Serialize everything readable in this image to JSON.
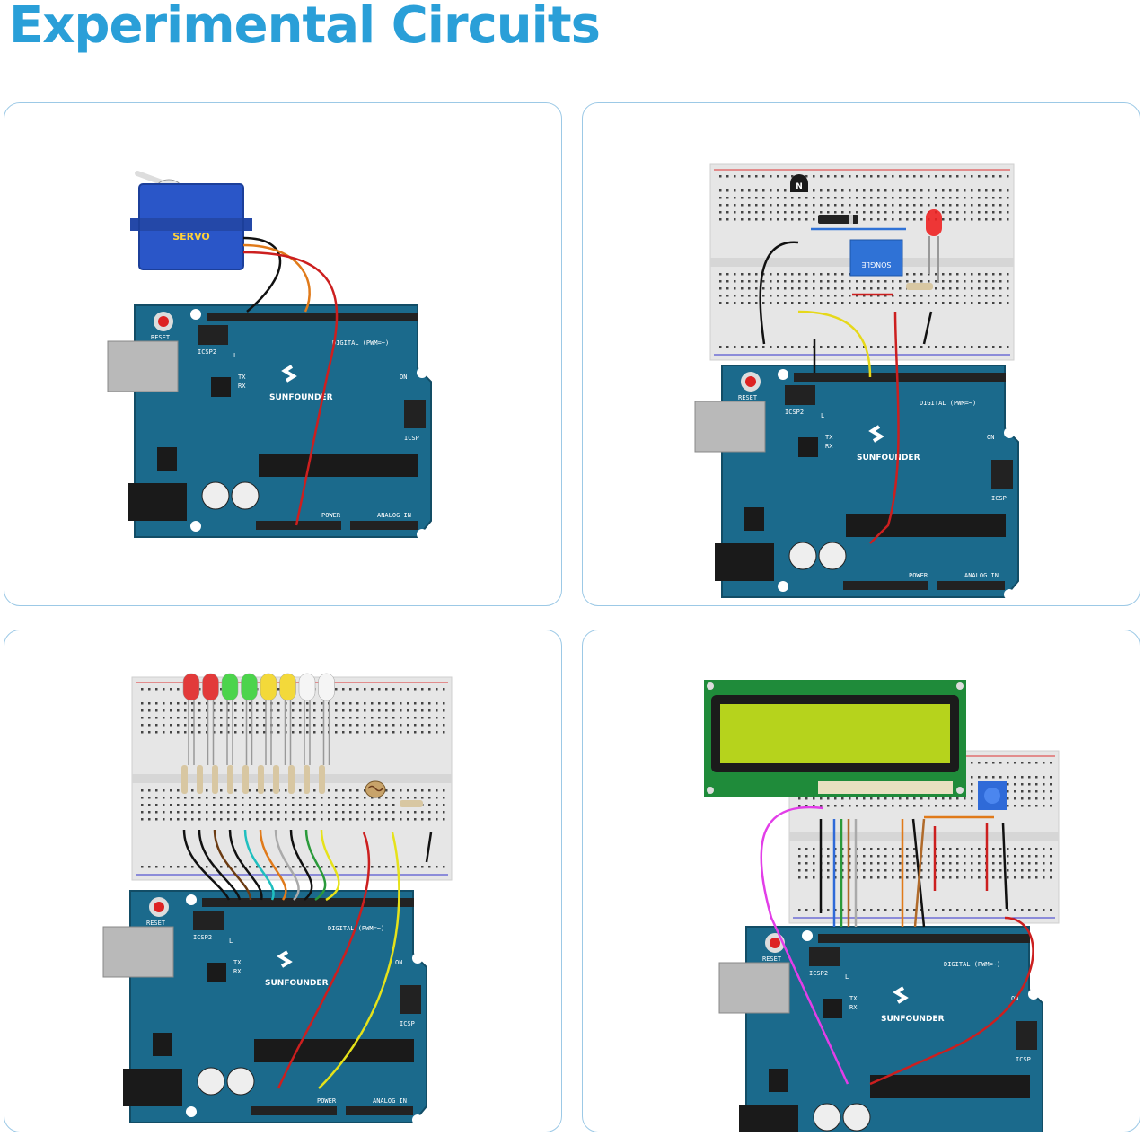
{
  "page": {
    "title": "Experimental Circuits"
  },
  "board": {
    "brand": "SUNFOUNDER",
    "reset": "RESET",
    "icsp": "ICSP",
    "icsp2": "ICSP2",
    "digital": "DIGITAL (PWM=~)",
    "power": "POWER",
    "analog": "ANALOG IN",
    "on": "ON",
    "tx": "TX",
    "rx": "RX",
    "l": "L"
  },
  "components": {
    "servo_label": "SERVO",
    "relay_label": "SONGLE",
    "transistor_label": "N"
  },
  "colors": {
    "accent": "#2a9fd8",
    "board": "#1b6a8c",
    "panel_border": "#9cc9e6",
    "lcd_screen": "#b6d31c"
  },
  "panels": [
    {
      "name": "servo-circuit",
      "icon": "servo-diagram"
    },
    {
      "name": "relay-circuit",
      "icon": "relay-diagram"
    },
    {
      "name": "led-bar-photoresistor-circuit",
      "icon": "led-diagram"
    },
    {
      "name": "lcd1602-circuit",
      "icon": "lcd-diagram"
    }
  ]
}
